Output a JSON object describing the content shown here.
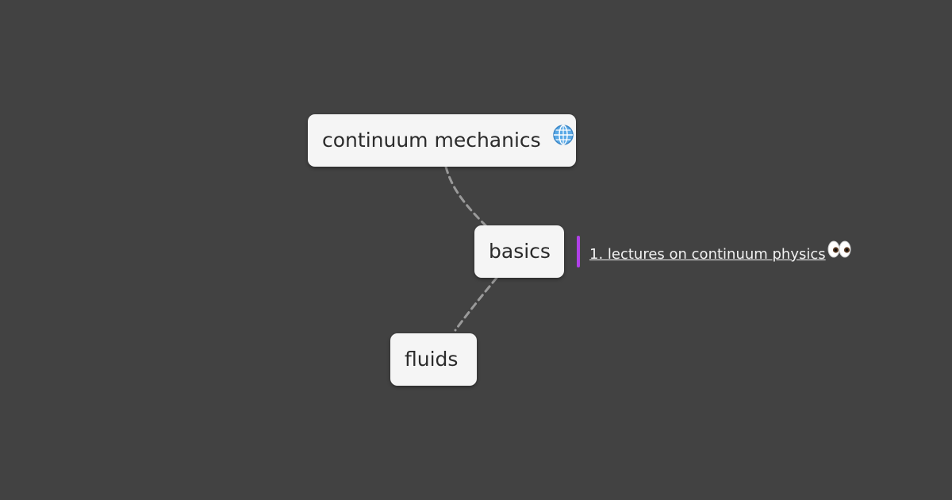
{
  "colors": {
    "background": "#424242",
    "node_fill": "#f5f5f5",
    "node_text": "#2b2b2b",
    "edge": "#9a9a9a",
    "note_accent": "#b040e8",
    "note_text": "#f2f2f2"
  },
  "mindmap": {
    "root": {
      "label": "continuum mechanics",
      "icon": "globe-icon"
    },
    "children": [
      {
        "label": "basics",
        "note": {
          "text": "1. lectures on continuum physics ",
          "icon": "eyes-icon"
        }
      },
      {
        "label": "fluids"
      }
    ]
  }
}
